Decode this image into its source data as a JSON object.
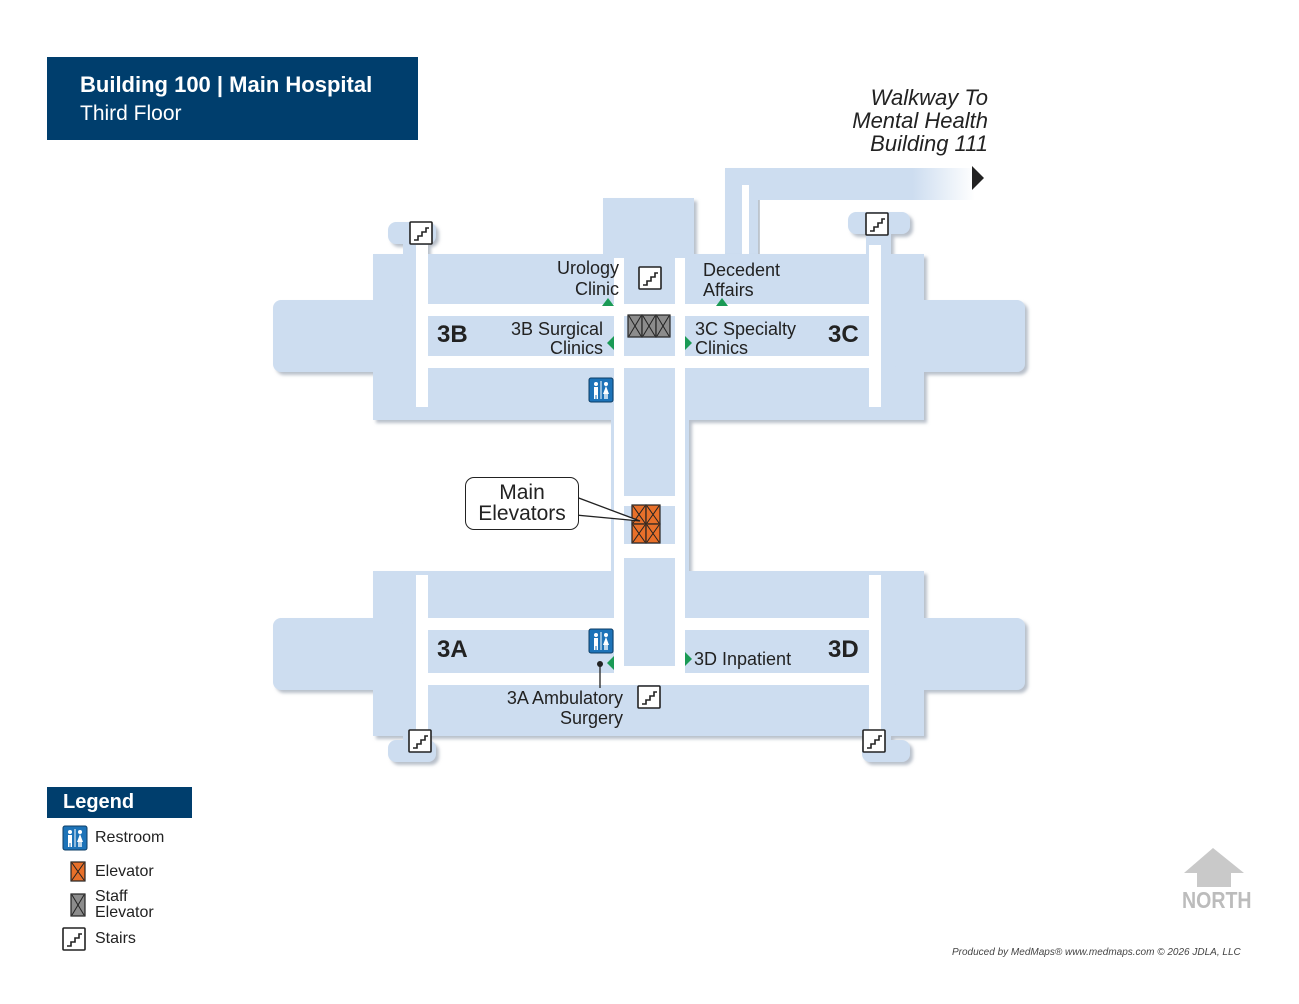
{
  "title": {
    "main": "Building 100 | Main Hospital",
    "sub": "Third Floor"
  },
  "walkway": [
    "Walkway To",
    "Mental Health",
    "Building 111"
  ],
  "zones": {
    "b": "3B",
    "c": "3C",
    "a": "3A",
    "d": "3D"
  },
  "destinations": {
    "urology": [
      "Urology",
      "Clinic"
    ],
    "decedent": [
      "Decedent",
      "Affairs"
    ],
    "surgical_3b": [
      "3B Surgical",
      "Clinics"
    ],
    "specialty_3c": [
      "3C Specialty",
      "Clinics"
    ],
    "inpatient_3d": "3D Inpatient",
    "ambulatory_3a": [
      "3A Ambulatory",
      "Surgery"
    ]
  },
  "callout": [
    "Main",
    "Elevators"
  ],
  "legend": {
    "title": "Legend",
    "restroom": "Restroom",
    "elevator": "Elevator",
    "staff_elevator": [
      "Staff",
      "Elevator"
    ],
    "stairs": "Stairs"
  },
  "north": "NORTH",
  "credit": "Produced by MedMaps®  www.medmaps.com   © 2026 JDLA, LLC",
  "colors": {
    "floor": "#cdddf0",
    "corridor": "#ffffff",
    "header": "#003e6d",
    "elevator": "#e8702a",
    "staff_elevator": "#8c8c8c",
    "restroom": "#1d73b8",
    "arrow": "#1a9a55",
    "north_arrow": "#c9c9c9"
  },
  "icons": [
    "stairs-icon",
    "elevator-icon",
    "staff-elevator-icon",
    "restroom-icon",
    "direction-arrow-icon",
    "north-arrow-icon"
  ]
}
